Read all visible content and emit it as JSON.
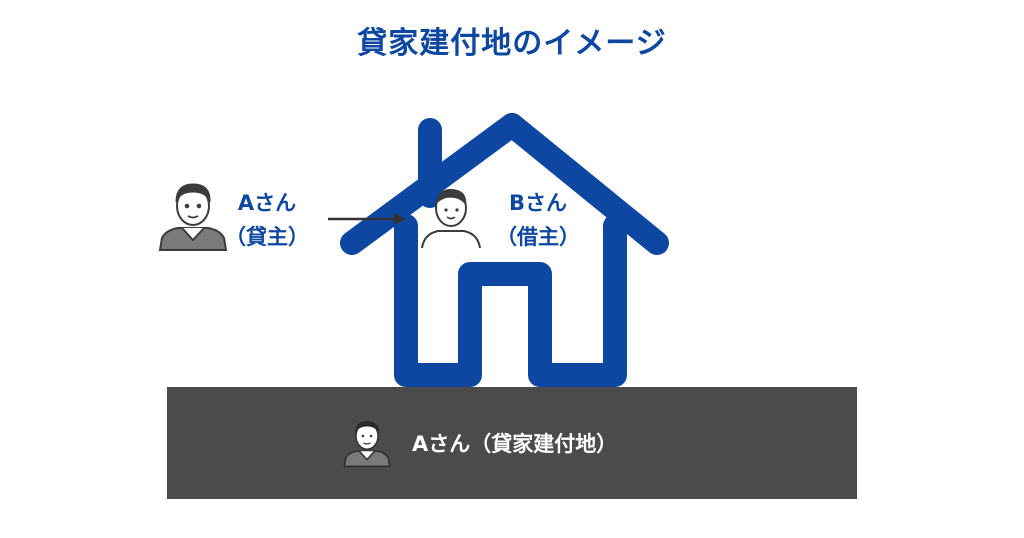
{
  "title": "貸家建付地のイメージ",
  "owner_label": {
    "name": "Aさん",
    "role": "（貸主）"
  },
  "tenant_label": {
    "name": "Bさん",
    "role": "（借主）"
  },
  "land_label": "Aさん（貸家建付地）",
  "colors": {
    "brand_blue": "#0d47a1",
    "ground": "#4b4b4b",
    "ground_text": "#ffffff",
    "label_text": "#0d47a1",
    "arrow": "#333333",
    "avatar_stroke": "#3c3c3c"
  },
  "icons": {
    "owner_avatar": "man-avatar-icon",
    "tenant_avatar": "person-outline-avatar-icon",
    "land_avatar": "man-avatar-icon",
    "house": "house-outline-icon",
    "arrow": "arrow-right-icon"
  }
}
